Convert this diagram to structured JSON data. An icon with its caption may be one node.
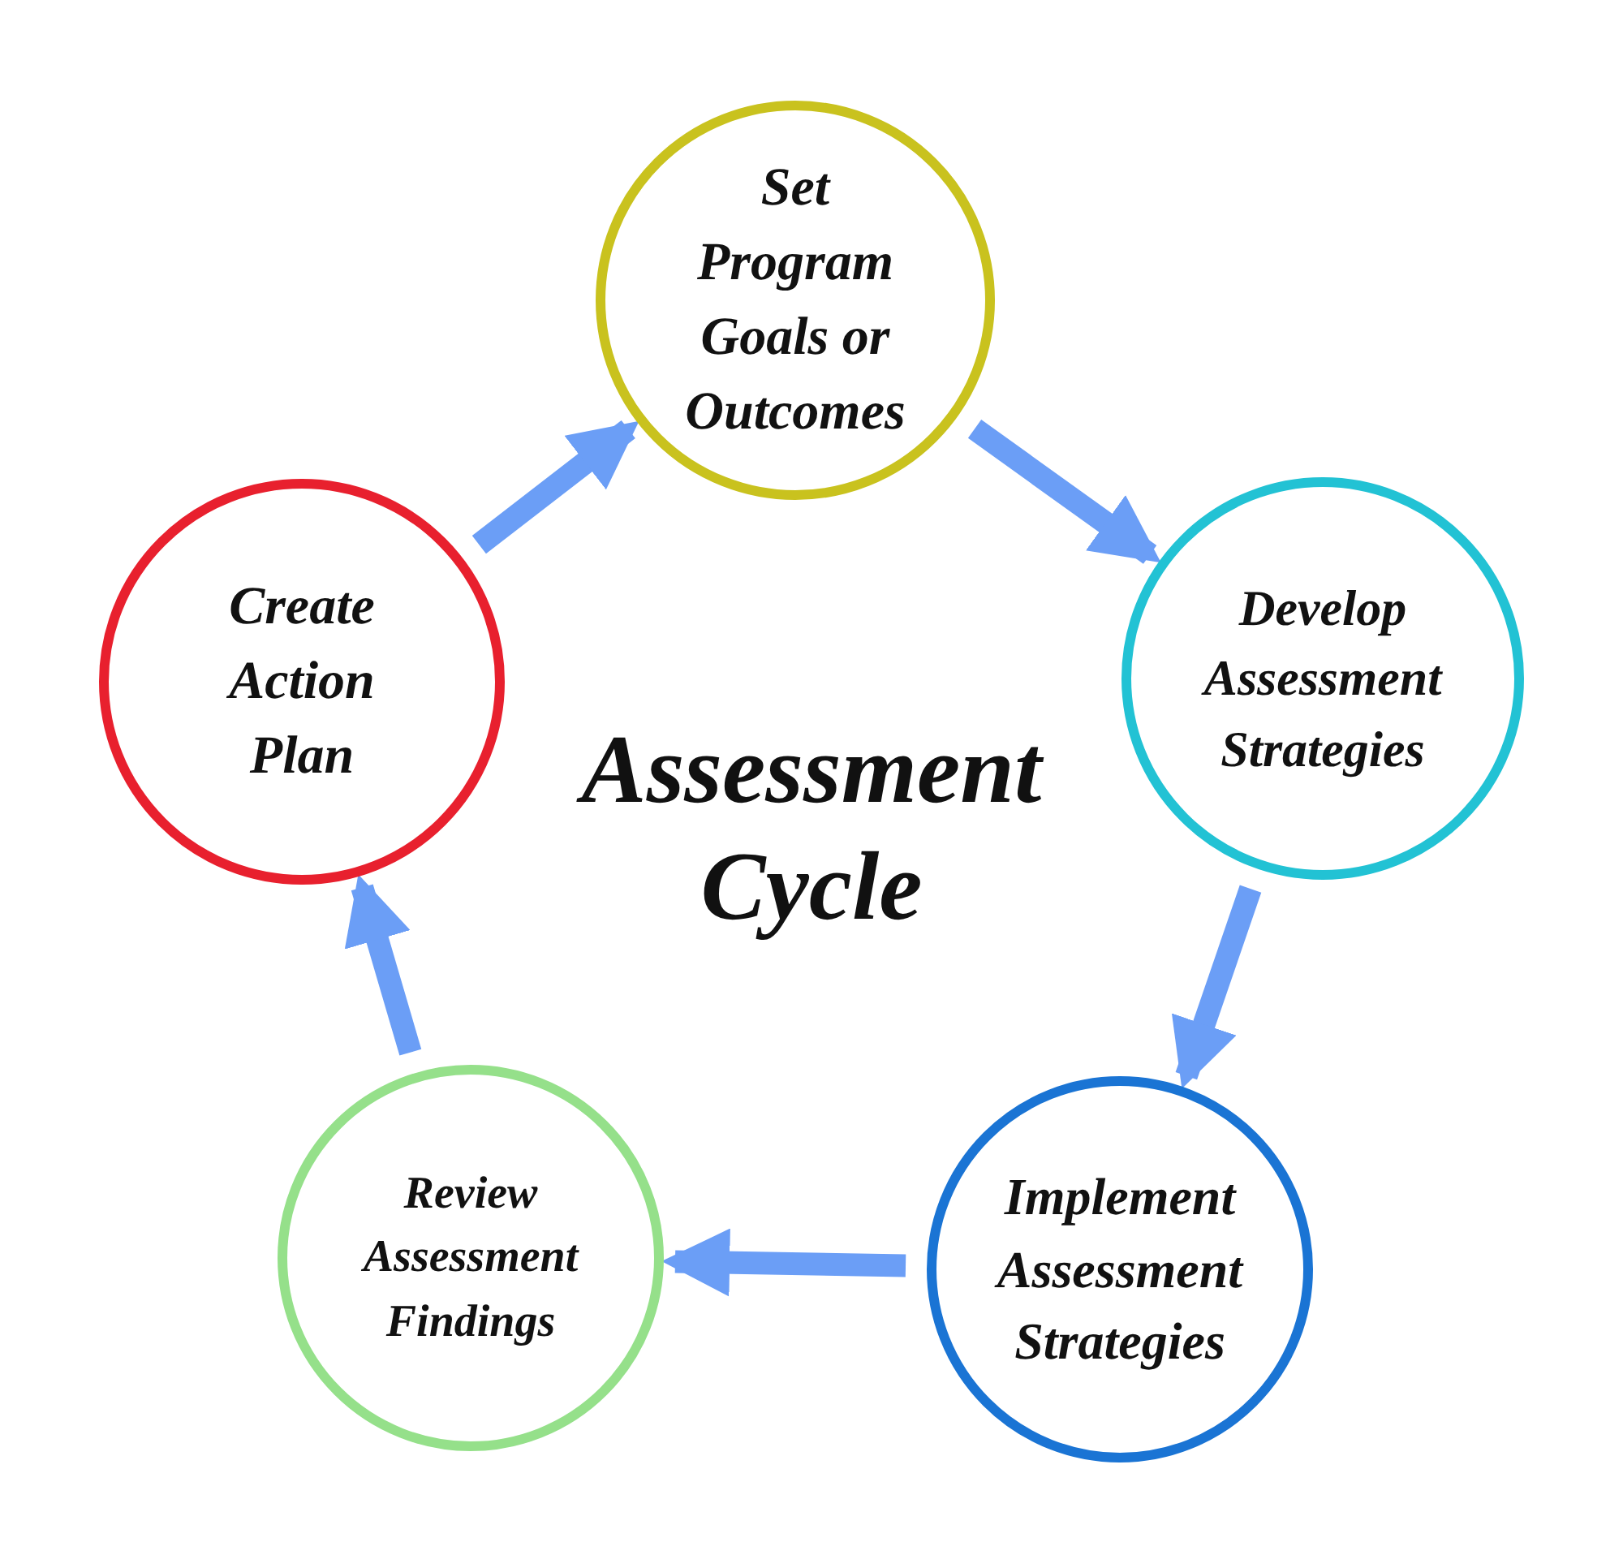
{
  "diagram": {
    "title": "Assessment Cycle",
    "nodes": [
      {
        "text": [
          "Set Program Goals or Outcomes"
        ]
      },
      {
        "text": [
          "Develop Assessment Strategies"
        ]
      },
      {
        "text": [
          "Implement Assessment Strategies"
        ]
      },
      {
        "text": [
          "Review Assessment Findings"
        ]
      },
      {
        "text": [
          "Create Action Plan"
        ]
      }
    ],
    "edges": [
      {
        "from": 0,
        "to": 1,
        "arrow": "to"
      },
      {
        "from": 1,
        "to": 2,
        "arrow": "to"
      },
      {
        "from": 2,
        "to": 3,
        "arrow": "to"
      },
      {
        "from": 3,
        "to": 4,
        "arrow": "to"
      },
      {
        "from": 4,
        "to": 0,
        "arrow": "to"
      }
    ]
  }
}
